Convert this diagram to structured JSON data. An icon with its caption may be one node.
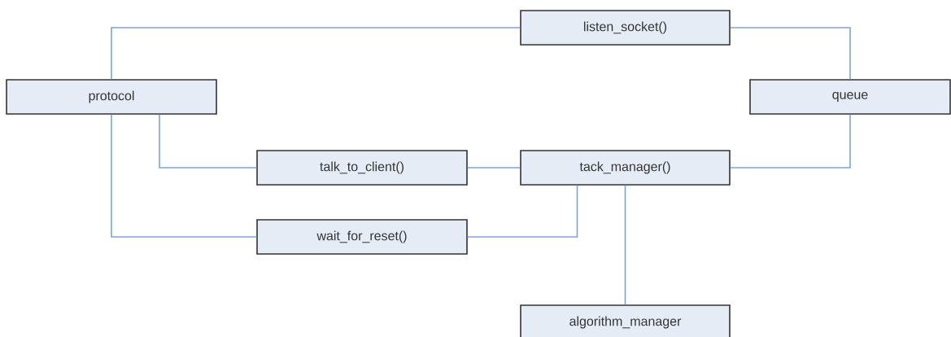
{
  "diagram": {
    "nodes": [
      {
        "text": [
          "listen_socket()"
        ]
      },
      {
        "text": [
          "protocol"
        ]
      },
      {
        "text": [
          "queue"
        ]
      },
      {
        "text": [
          "talk_to_client()"
        ]
      },
      {
        "text": [
          "tack_manager()"
        ]
      },
      {
        "text": [
          "wait_for_reset()"
        ]
      },
      {
        "text": [
          "algorithm_manager"
        ]
      }
    ],
    "edges": [
      {
        "from": 1,
        "to": 0,
        "arrow": "none"
      },
      {
        "from": 0,
        "to": 2,
        "arrow": "none"
      },
      {
        "from": 1,
        "to": 3,
        "arrow": "none"
      },
      {
        "from": 1,
        "to": 5,
        "arrow": "none"
      },
      {
        "from": 3,
        "to": 4,
        "arrow": "none"
      },
      {
        "from": 2,
        "to": 4,
        "arrow": "none"
      },
      {
        "from": 5,
        "to": 4,
        "arrow": "none"
      },
      {
        "from": 4,
        "to": 6,
        "arrow": "none"
      }
    ]
  }
}
